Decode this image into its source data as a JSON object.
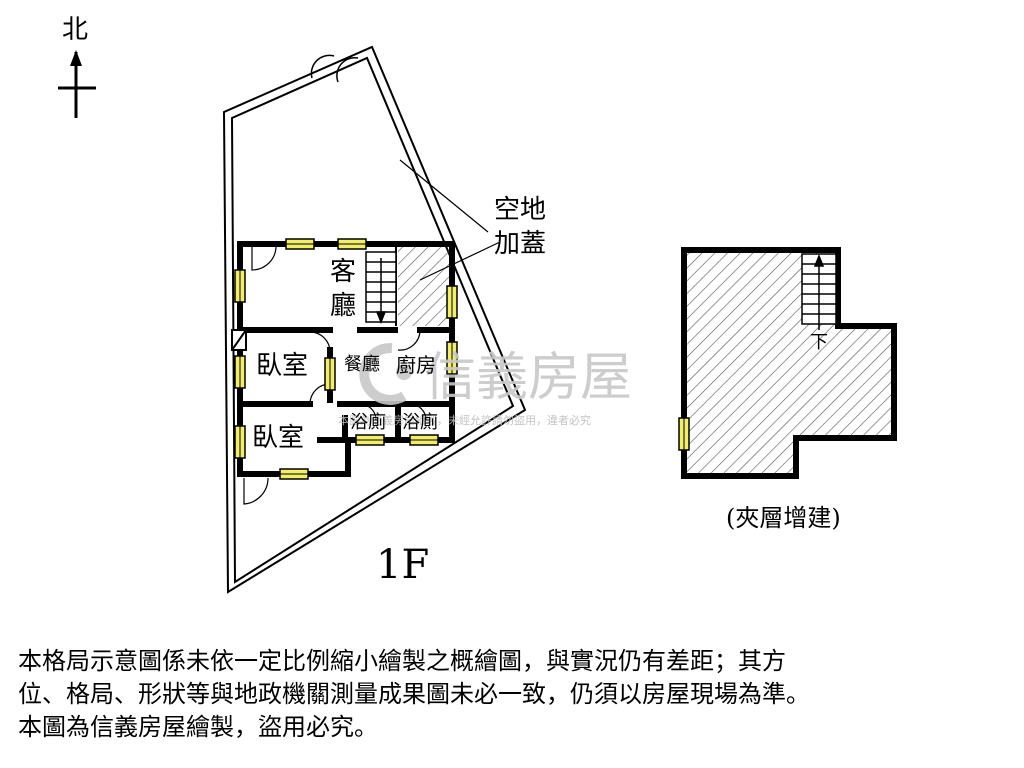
{
  "compass": {
    "label": "北"
  },
  "labels": {
    "open_space": [
      "空地",
      "加蓋"
    ],
    "living_room": [
      "客",
      "廳"
    ],
    "bedroom_1": "臥室",
    "dining": "餐廳",
    "kitchen": "廚房",
    "bedroom_2": "臥室",
    "bath_1": "浴廁",
    "bath_2": "浴廁",
    "floor": "1F",
    "mezzanine": "(夾層增建)",
    "stair_down": "下"
  },
  "watermark": {
    "brand": "信義房屋",
    "note": "本圖為信義房屋繪製，未經允許請勿盜用，違者必究"
  },
  "disclaimer": [
    "本格局示意圖係未依一定比例縮小繪製之概繪圖，與實況仍有差距；其方",
    "位、格局、形狀等與地政機關測量成果圖未必一致，仍須以房屋現場為準。",
    "本圖為信義房屋繪製，盜用必究。"
  ],
  "colors": {
    "window": "#f2ee6a",
    "wall": "#000000",
    "watermark": "#c8c8c8"
  }
}
